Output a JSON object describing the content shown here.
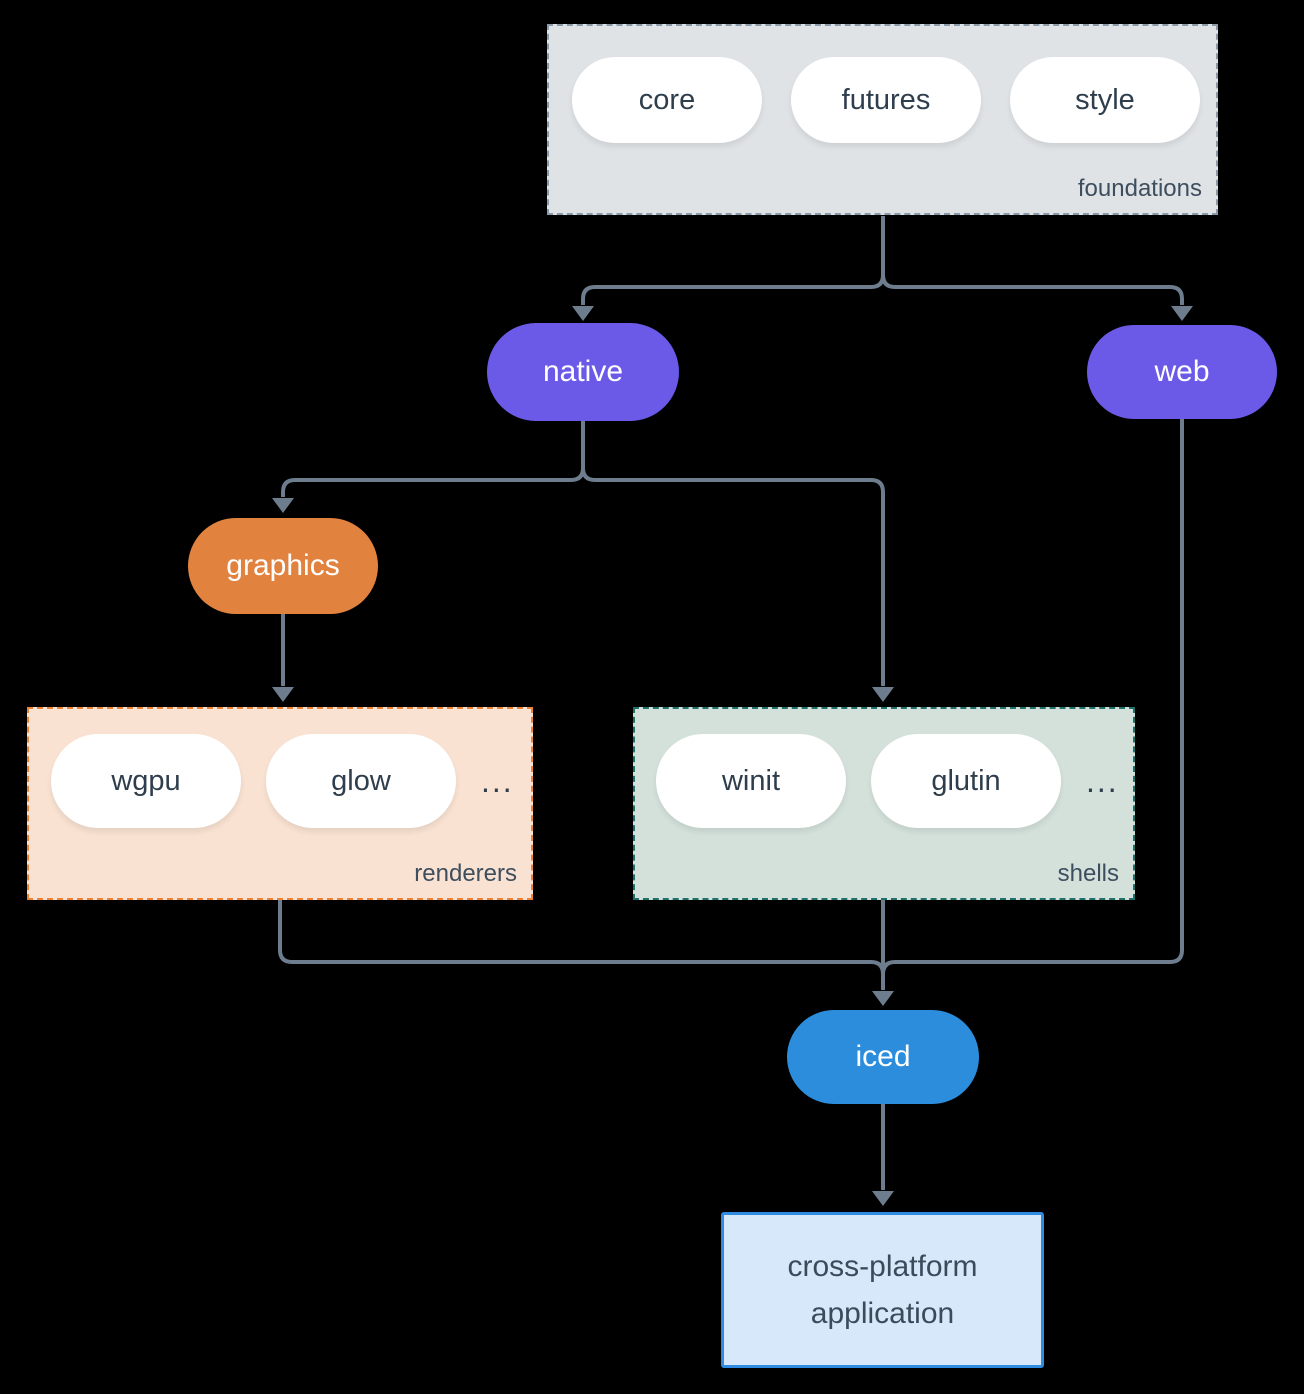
{
  "diagram": {
    "foundations": {
      "label": "foundations",
      "pills": [
        "core",
        "futures",
        "style"
      ]
    },
    "native": {
      "label": "native"
    },
    "web": {
      "label": "web"
    },
    "graphics": {
      "label": "graphics"
    },
    "renderers": {
      "label": "renderers",
      "pills": [
        "wgpu",
        "glow"
      ],
      "more": "..."
    },
    "shells": {
      "label": "shells",
      "pills": [
        "winit",
        "glutin"
      ],
      "more": "..."
    },
    "iced": {
      "label": "iced"
    },
    "application": {
      "line1": "cross-platform",
      "line2": "application"
    }
  },
  "colors": {
    "background": "#000000",
    "edge": "#6d7d8e",
    "node_purple": "#6b5ae8",
    "node_orange": "#e2823f",
    "node_blue": "#2d8ddd",
    "group_foundations_bg": "#dfe3e6",
    "group_foundations_border": "#8b9aa9",
    "group_renderers_bg": "#f9e2d2",
    "group_renderers_border": "#ea8438",
    "group_shells_bg": "#d4e1db",
    "group_shells_border": "#20716a",
    "app_bg": "#d6e8f9",
    "app_border": "#2f8ce2",
    "text_dark": "#2f3e4c",
    "text_light": "#ffffff"
  }
}
